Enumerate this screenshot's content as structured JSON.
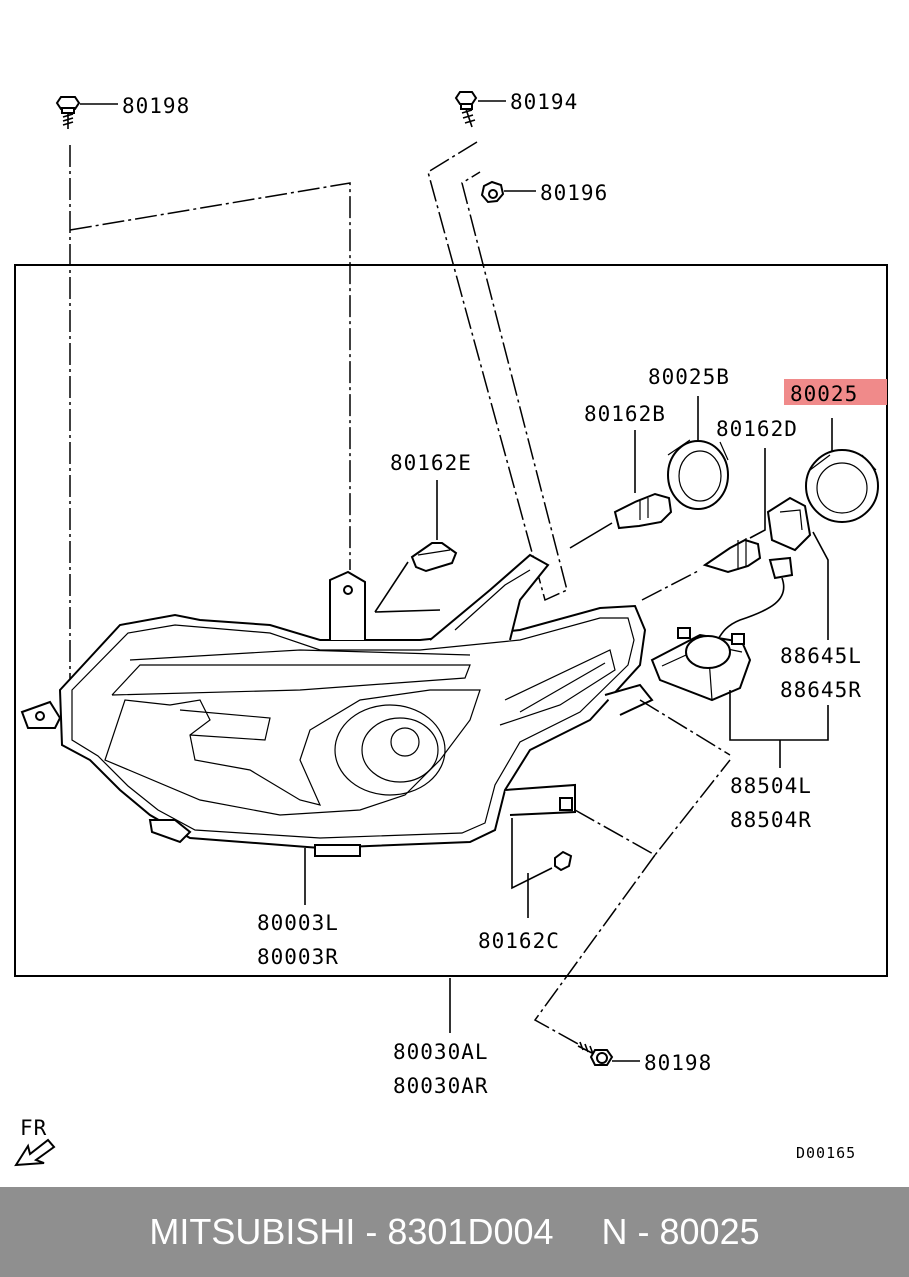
{
  "labels": {
    "l80198_top": "80198",
    "l80194": "80194",
    "l80196": "80196",
    "l80025B": "80025B",
    "l80025": "80025",
    "l80162B": "80162B",
    "l80162D": "80162D",
    "l80162E": "80162E",
    "l88645L": "88645L",
    "l88645R": "88645R",
    "l88504L": "88504L",
    "l88504R": "88504R",
    "l80003L": "80003L",
    "l80003R": "80003R",
    "l80162C": "80162C",
    "l80030AL": "80030AL",
    "l80030AR": "80030AR",
    "l80198_bottom": "80198",
    "fr": "FR",
    "diagram_code": "D00165"
  },
  "highlight_color": "#f08a8a",
  "footer": {
    "brand_part": "MITSUBISHI - 8301D004",
    "ref": "N - 80025",
    "background": "#8f8f8f"
  }
}
